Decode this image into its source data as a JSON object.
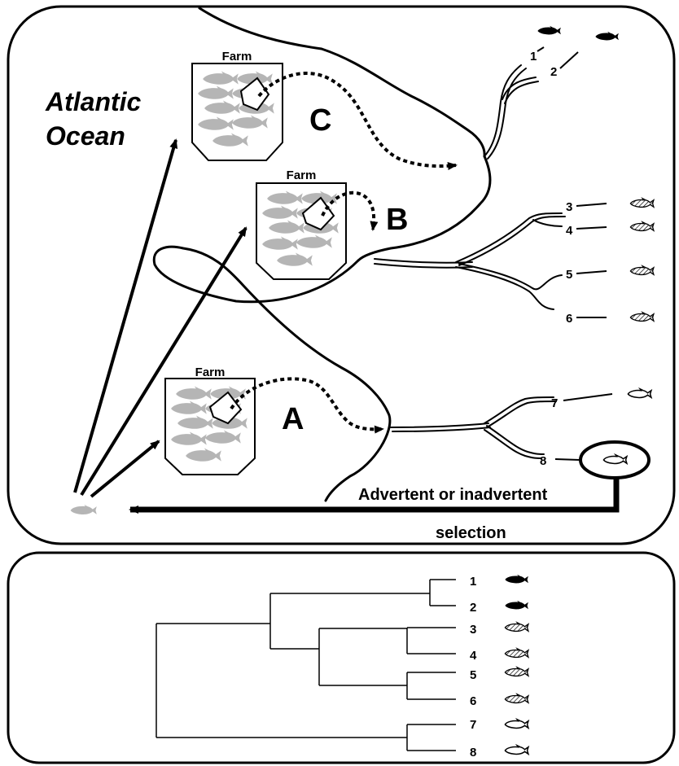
{
  "ocean": {
    "line1": "Atlantic",
    "line2": "Ocean"
  },
  "farms": [
    {
      "id": "C",
      "label": "Farm",
      "letter": "C"
    },
    {
      "id": "B",
      "label": "Farm",
      "letter": "B"
    },
    {
      "id": "A",
      "label": "Farm",
      "letter": "A"
    }
  ],
  "map_populations": [
    {
      "num": "1",
      "fish": "dark"
    },
    {
      "num": "2",
      "fish": "dark"
    },
    {
      "num": "3",
      "fish": "striped"
    },
    {
      "num": "4",
      "fish": "striped"
    },
    {
      "num": "5",
      "fish": "striped"
    },
    {
      "num": "6",
      "fish": "striped"
    },
    {
      "num": "7",
      "fish": "outline"
    },
    {
      "num": "8",
      "fish": "outline-circled"
    }
  ],
  "selection": {
    "line1": "Advertent or inadvertent",
    "line2": "selection"
  },
  "tree": {
    "leaves": [
      {
        "num": "1",
        "fish": "dark"
      },
      {
        "num": "2",
        "fish": "dark"
      },
      {
        "num": "3",
        "fish": "striped"
      },
      {
        "num": "4",
        "fish": "striped"
      },
      {
        "num": "5",
        "fish": "striped"
      },
      {
        "num": "6",
        "fish": "striped"
      },
      {
        "num": "7",
        "fish": "outline"
      },
      {
        "num": "8",
        "fish": "outline"
      }
    ]
  },
  "colors": {
    "farm_fish": "#b5b5b5",
    "ink": "#000000",
    "background": "#ffffff"
  }
}
